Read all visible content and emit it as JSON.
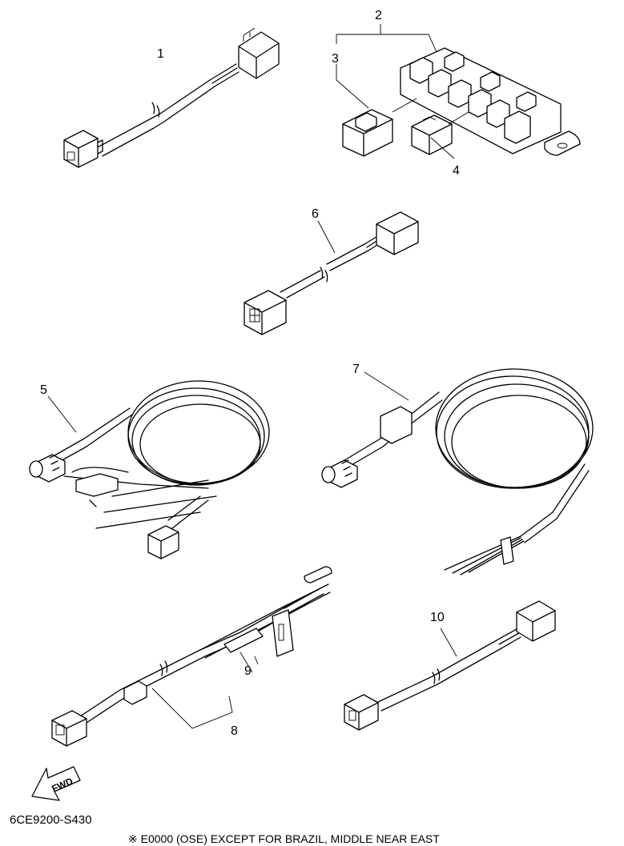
{
  "callouts": [
    "1",
    "2",
    "3",
    "4",
    "5",
    "6",
    "7",
    "8",
    "9",
    "10"
  ],
  "fwd_label": "FWD",
  "diagram_code": "6CE9200-S430",
  "footer_note": "※ E0000 (OSE) EXCEPT FOR BRAZIL, MIDDLE NEAR EAST"
}
